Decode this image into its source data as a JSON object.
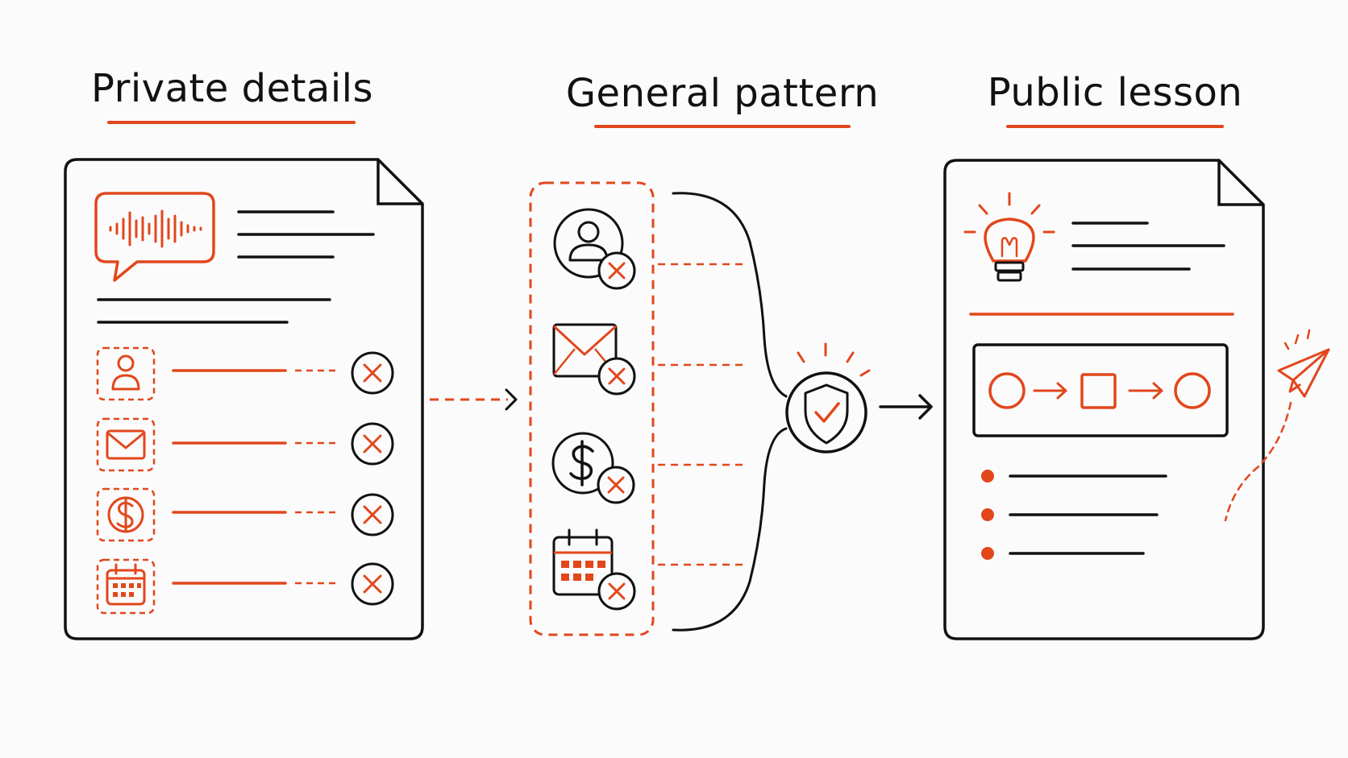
{
  "colors": {
    "accent": "#e2471c",
    "ink": "#111111",
    "background": "#fbfbfb"
  },
  "headings": {
    "private": "Private details",
    "general": "General pattern",
    "public": "Public lesson"
  },
  "panels": {
    "private_details": {
      "header_icon": "speech-bubble-waveform-icon",
      "items": [
        {
          "icon": "person-icon",
          "status_icon": "x-circle-icon"
        },
        {
          "icon": "envelope-icon",
          "status_icon": "x-circle-icon"
        },
        {
          "icon": "dollar-icon",
          "status_icon": "x-circle-icon"
        },
        {
          "icon": "calendar-icon",
          "status_icon": "x-circle-icon"
        }
      ]
    },
    "general_pattern": {
      "items": [
        {
          "icon": "person-icon",
          "badge": "x-circle-icon"
        },
        {
          "icon": "envelope-icon",
          "badge": "x-circle-icon"
        },
        {
          "icon": "dollar-icon",
          "badge": "x-circle-icon"
        },
        {
          "icon": "calendar-icon",
          "badge": "x-circle-icon"
        }
      ],
      "merge_icon": "shield-check-icon"
    },
    "public_lesson": {
      "header_icon": "lightbulb-icon",
      "flow": [
        "circle-icon",
        "arrow-right-icon",
        "square-icon",
        "arrow-right-icon",
        "circle-icon"
      ],
      "bullets": 3,
      "extra_icon": "paper-plane-icon"
    }
  }
}
